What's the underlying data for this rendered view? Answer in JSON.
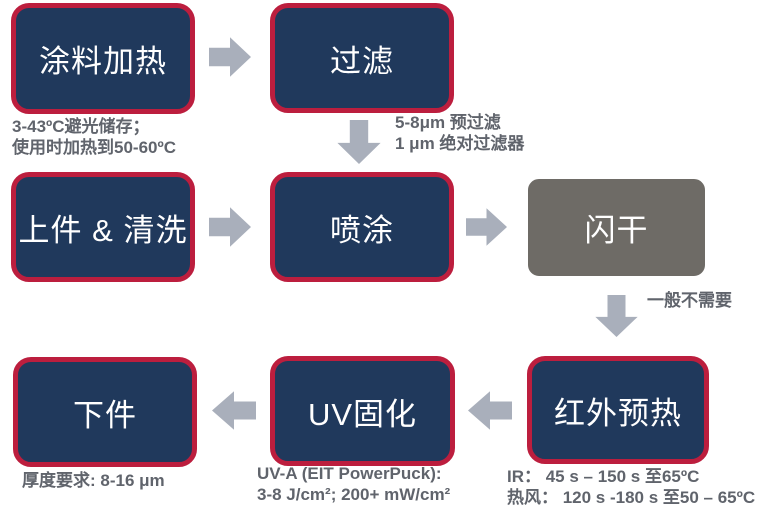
{
  "colors": {
    "background": "#FFFFFF",
    "box_fill": "#20395C",
    "box_border": "#BC1E3E",
    "flash_fill": "#6E6B66",
    "flash_border": "#FFFFFF",
    "arrow": "#A9AFBB",
    "label_text": "#FFFFFF",
    "note_text": "#60646C"
  },
  "flowchart": {
    "nodes": {
      "coating_heat": {
        "label": "涂料加热"
      },
      "filter": {
        "label": "过滤"
      },
      "load_clean": {
        "label": "上件 & 清洗"
      },
      "spray": {
        "label": "喷涂"
      },
      "flash_dry": {
        "label": "闪干"
      },
      "unload": {
        "label": "下件"
      },
      "uv_cure": {
        "label": "UV固化"
      },
      "ir_preheat": {
        "label": "红外预热"
      }
    },
    "notes": {
      "coating_heat": {
        "line1": "3-43ºC避光储存；",
        "line2": "使用时加热到50-60ºC"
      },
      "filter": {
        "line1": "5-8μm 预过滤",
        "line2": "1 μm 绝对过滤器"
      },
      "flash_dry": {
        "line1": "一般不需要"
      },
      "unload": {
        "line1": "厚度要求: 8-16 μm"
      },
      "uv_cure": {
        "line1": "UV-A (EIT PowerPuck):",
        "line2": "3-8 J/cm²; 200+ mW/cm²"
      },
      "ir_preheat": {
        "line1": "IR：  45 s – 150 s 至65ºC",
        "line2": "热风：  120 s -180 s 至50 – 65ºC"
      }
    }
  }
}
